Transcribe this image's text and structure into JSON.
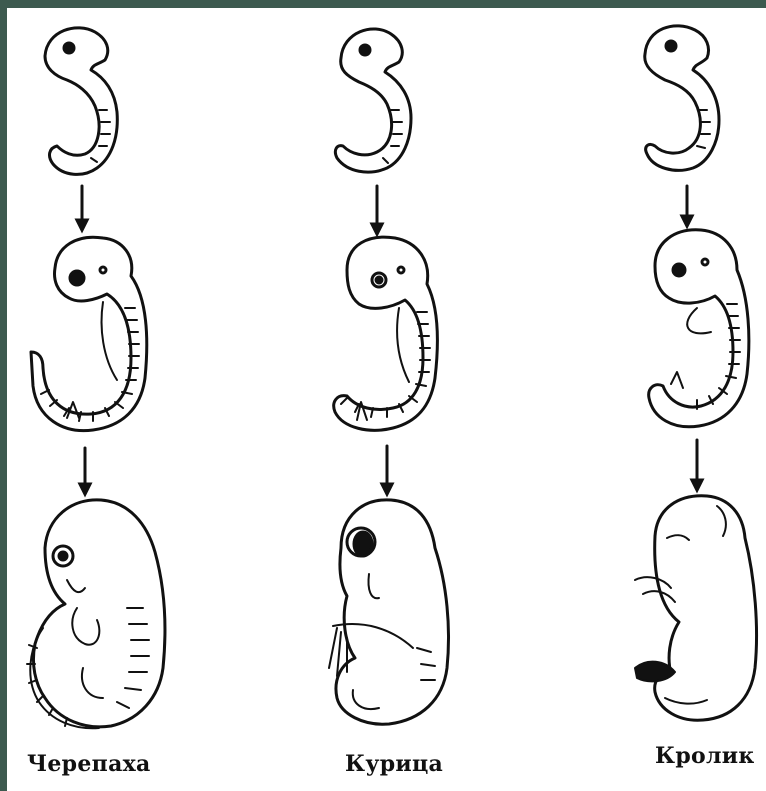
{
  "columns": [
    {
      "id": "turtle",
      "label": "Черепаха",
      "stages": 3
    },
    {
      "id": "chicken",
      "label": "Курица",
      "stages": 3
    },
    {
      "id": "rabbit",
      "label": "Кролик",
      "stages": 3
    }
  ],
  "colors": {
    "frame": "#3d5a4f",
    "ink": "#111111",
    "paper": "#ffffff"
  }
}
